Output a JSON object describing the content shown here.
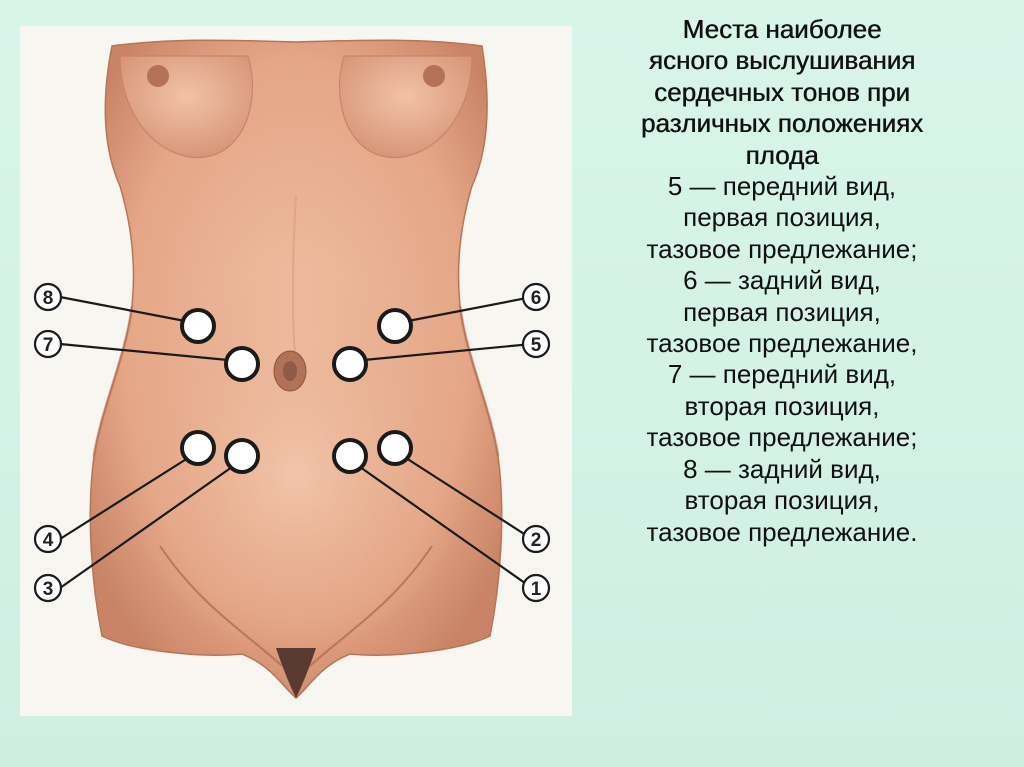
{
  "caption": {
    "title_lines": [
      "Места наиболее",
      "ясного выслушивания",
      "сердечных тонов при",
      "различных положениях",
      "плода"
    ],
    "body_lines": [
      "5 — передний вид,",
      "первая позиция,",
      "тазовое предлежание;",
      "6 — задний вид,",
      "первая позиция,",
      "тазовое предлежание,",
      "7 — передний вид,",
      "вторая позиция,",
      "тазовое предлежание;",
      "8 — задний вид,",
      "вторая позиция,",
      "тазовое предлежание."
    ]
  },
  "markers": [
    "1",
    "2",
    "3",
    "4",
    "5",
    "6",
    "7",
    "8"
  ],
  "colors": {
    "background": "#d4f2e7",
    "panel": "#f8f6f1",
    "skin": "#e7ad90",
    "skin_shadow": "#c98467",
    "text": "#111111"
  }
}
